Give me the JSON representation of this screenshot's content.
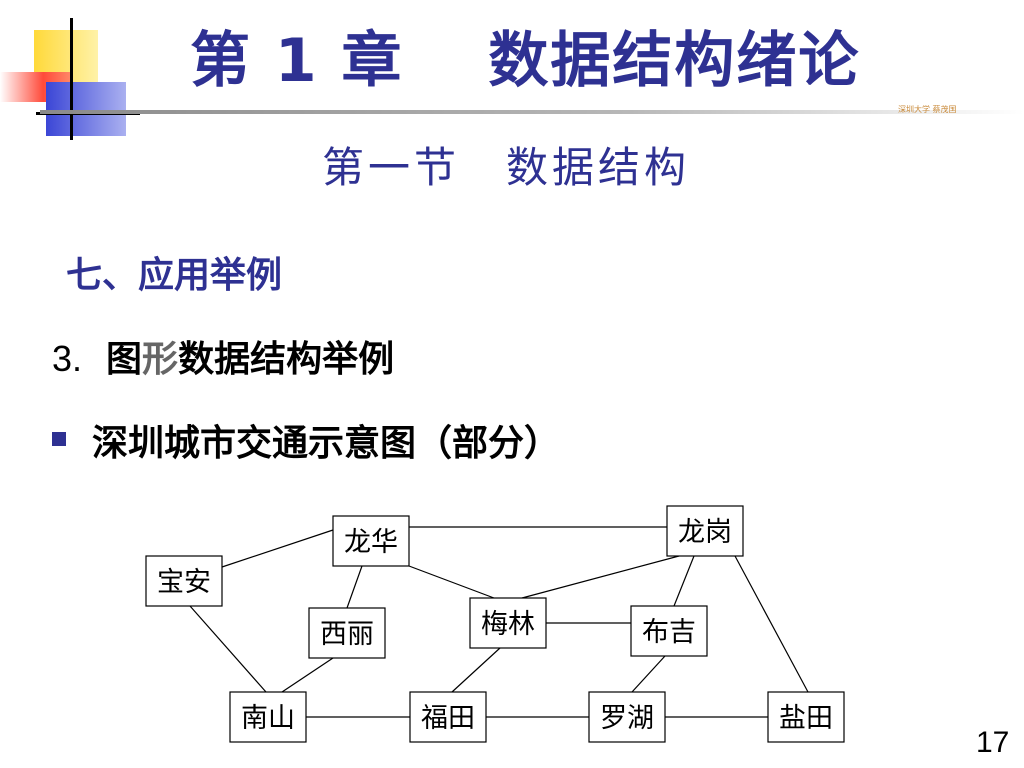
{
  "header": {
    "title": "第 1 章　 数据结构绪论",
    "signature": "深圳大学 蔡茂国",
    "subtitle": "第一节　数据结构"
  },
  "section": {
    "heading": "七、应用举例",
    "item_number": "3.",
    "item_text_before": "图",
    "item_text_highlight": "形",
    "item_text_after": "数据结构举例",
    "bullet_text": "深圳城市交通示意图（部分）"
  },
  "graph": {
    "nodes": [
      {
        "id": "baoan",
        "label": "宝安"
      },
      {
        "id": "longhua",
        "label": "龙华"
      },
      {
        "id": "longgang",
        "label": "龙岗"
      },
      {
        "id": "xili",
        "label": "西丽"
      },
      {
        "id": "meilin",
        "label": "梅林"
      },
      {
        "id": "buji",
        "label": "布吉"
      },
      {
        "id": "nanshan",
        "label": "南山"
      },
      {
        "id": "futian",
        "label": "福田"
      },
      {
        "id": "luohu",
        "label": "罗湖"
      },
      {
        "id": "yantian",
        "label": "盐田"
      }
    ],
    "edges": [
      [
        "baoan",
        "longhua"
      ],
      [
        "longhua",
        "longgang"
      ],
      [
        "longhua",
        "xili"
      ],
      [
        "longhua",
        "meilin"
      ],
      [
        "longgang",
        "meilin"
      ],
      [
        "longgang",
        "buji"
      ],
      [
        "longgang",
        "yantian"
      ],
      [
        "baoan",
        "nanshan"
      ],
      [
        "xili",
        "nanshan"
      ],
      [
        "meilin",
        "buji"
      ],
      [
        "meilin",
        "futian"
      ],
      [
        "buji",
        "luohu"
      ],
      [
        "nanshan",
        "futian"
      ],
      [
        "futian",
        "luohu"
      ],
      [
        "luohu",
        "yantian"
      ]
    ]
  },
  "footer": {
    "page_number": "17"
  },
  "colors": {
    "title": "#2e3192",
    "accent_yellow": "#ffd93a",
    "accent_red": "#ff4a3a",
    "accent_blue": "#3b46d6",
    "highlight_gray": "#666666"
  }
}
